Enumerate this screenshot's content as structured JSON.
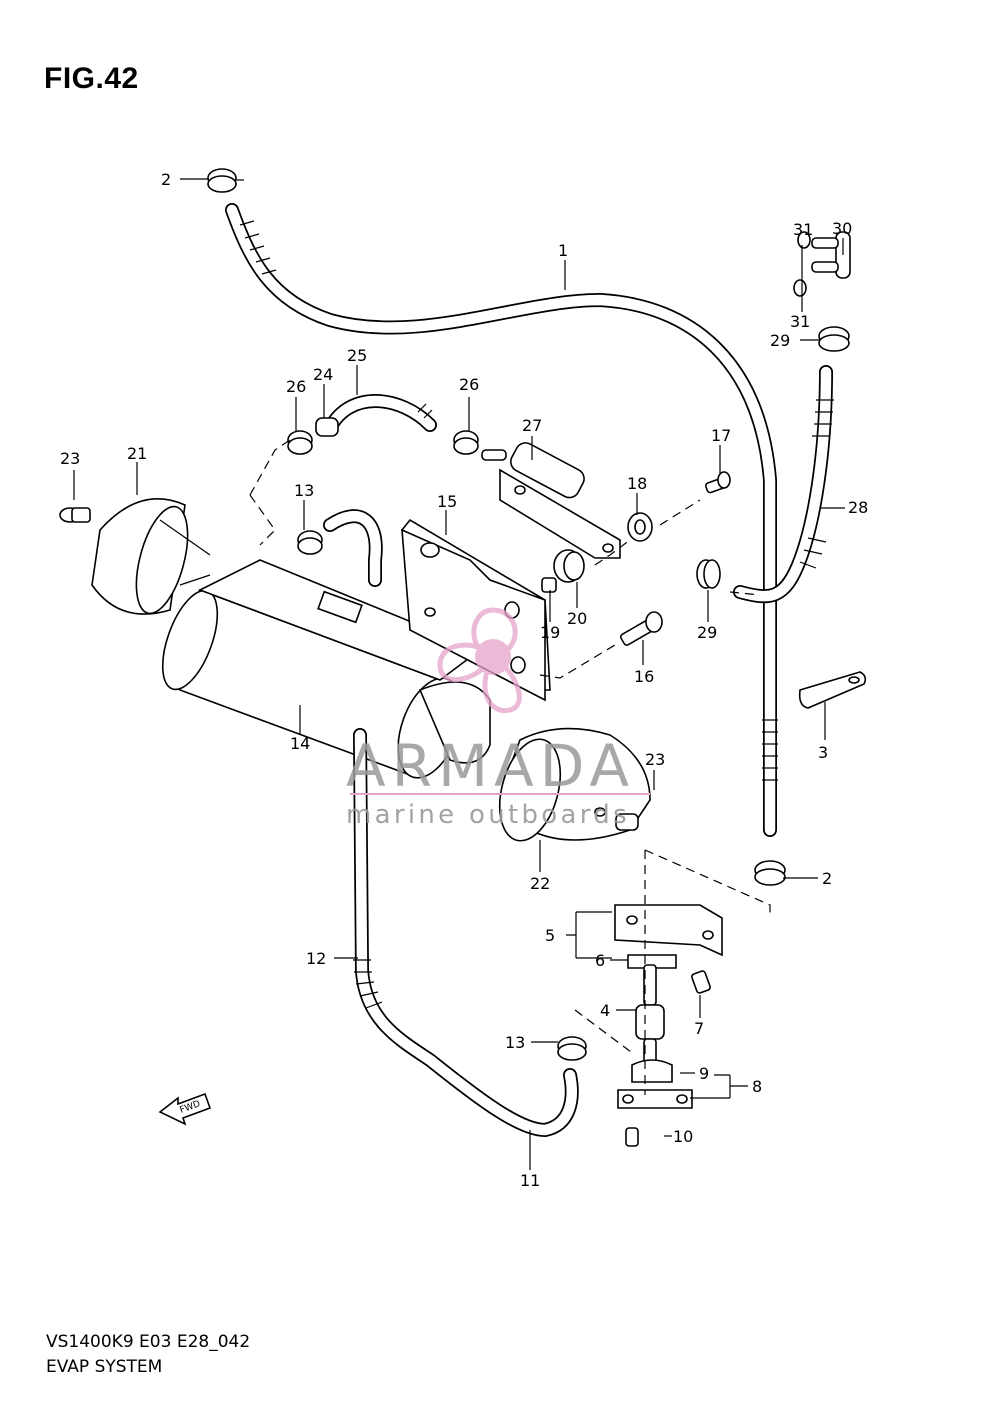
{
  "figure": {
    "title": "FIG.42",
    "code": "VS1400K9 E03 E28_042",
    "name": "EVAP SYSTEM",
    "fwd_label": "FWD"
  },
  "watermark": {
    "brand": "ARMADA",
    "tagline": "marine outboards",
    "accent_color": "#e6a3c9",
    "text_color": "#9a9a9a"
  },
  "callouts": {
    "c1": "1",
    "c2_top": "2",
    "c2_right": "2",
    "c3": "3",
    "c4": "4",
    "c5": "5",
    "c6": "6",
    "c7": "7",
    "c8": "8",
    "c9": "9",
    "c10": "10",
    "c11": "11",
    "c12": "12",
    "c13_upper": "13",
    "c13_lower": "13",
    "c14": "14",
    "c15": "15",
    "c16": "16",
    "c17": "17",
    "c18": "18",
    "c19": "19",
    "c20": "20",
    "c21": "21",
    "c22": "22",
    "c23_left": "23",
    "c23_right": "23",
    "c24": "24",
    "c25": "25",
    "c26_left": "26",
    "c26_right": "26",
    "c27": "27",
    "c28": "28",
    "c29_top": "29",
    "c29_bottom": "29",
    "c30": "30",
    "c31_top": "31",
    "c31_bottom": "31"
  }
}
